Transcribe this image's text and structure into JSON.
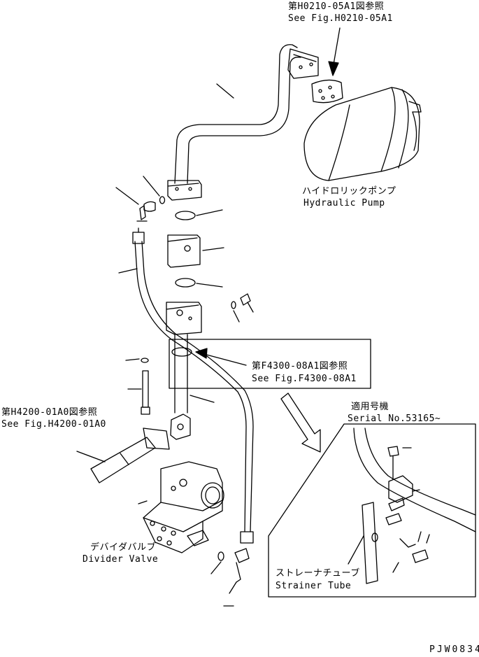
{
  "references": {
    "pump_ref_jp": "第H0210-05A1図参照",
    "pump_ref_en": "See Fig.H0210-05A1",
    "clamp_ref_jp": "第F4300-08A1図参照",
    "clamp_ref_en": "See Fig.F4300-08A1",
    "tube_ref_jp": "第H4200-01A0図参照",
    "tube_ref_en": "See Fig.H4200-01A0"
  },
  "components": {
    "pump_jp": "ハイドロリックポンプ",
    "pump_en": "Hydraulic Pump",
    "valve_jp": "デバイダバルブ",
    "valve_en": "Divider Valve",
    "strainer_jp": "ストレーナチューブ",
    "strainer_en": "Strainer Tube"
  },
  "detail": {
    "applicable_jp": "適用号機",
    "serial": "Serial No.53165~"
  },
  "drawing_code": "PJW0834"
}
